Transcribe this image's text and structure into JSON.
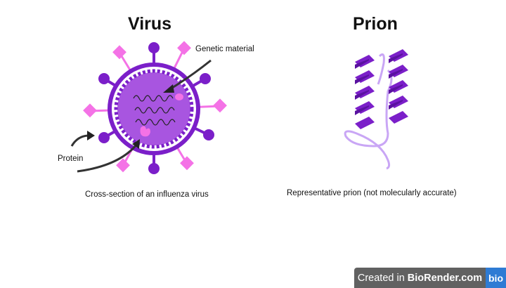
{
  "virus": {
    "title": "Virus",
    "label_genetic": "Genetic material",
    "label_protein": "Protein",
    "caption": "Cross-section of an influenza virus"
  },
  "prion": {
    "title": "Prion",
    "caption": "Representative prion (not molecularly accurate)"
  },
  "badge": {
    "prefix": "Created in",
    "brand": "BioRender.com",
    "logo": "bio"
  },
  "colors": {
    "purple": "#7b1fc9",
    "light_purple": "#a855e0",
    "pink": "#f472e6",
    "lavender": "#c9a6f5",
    "badge_bg": "#616161",
    "badge_logo": "#2e7bd4"
  }
}
